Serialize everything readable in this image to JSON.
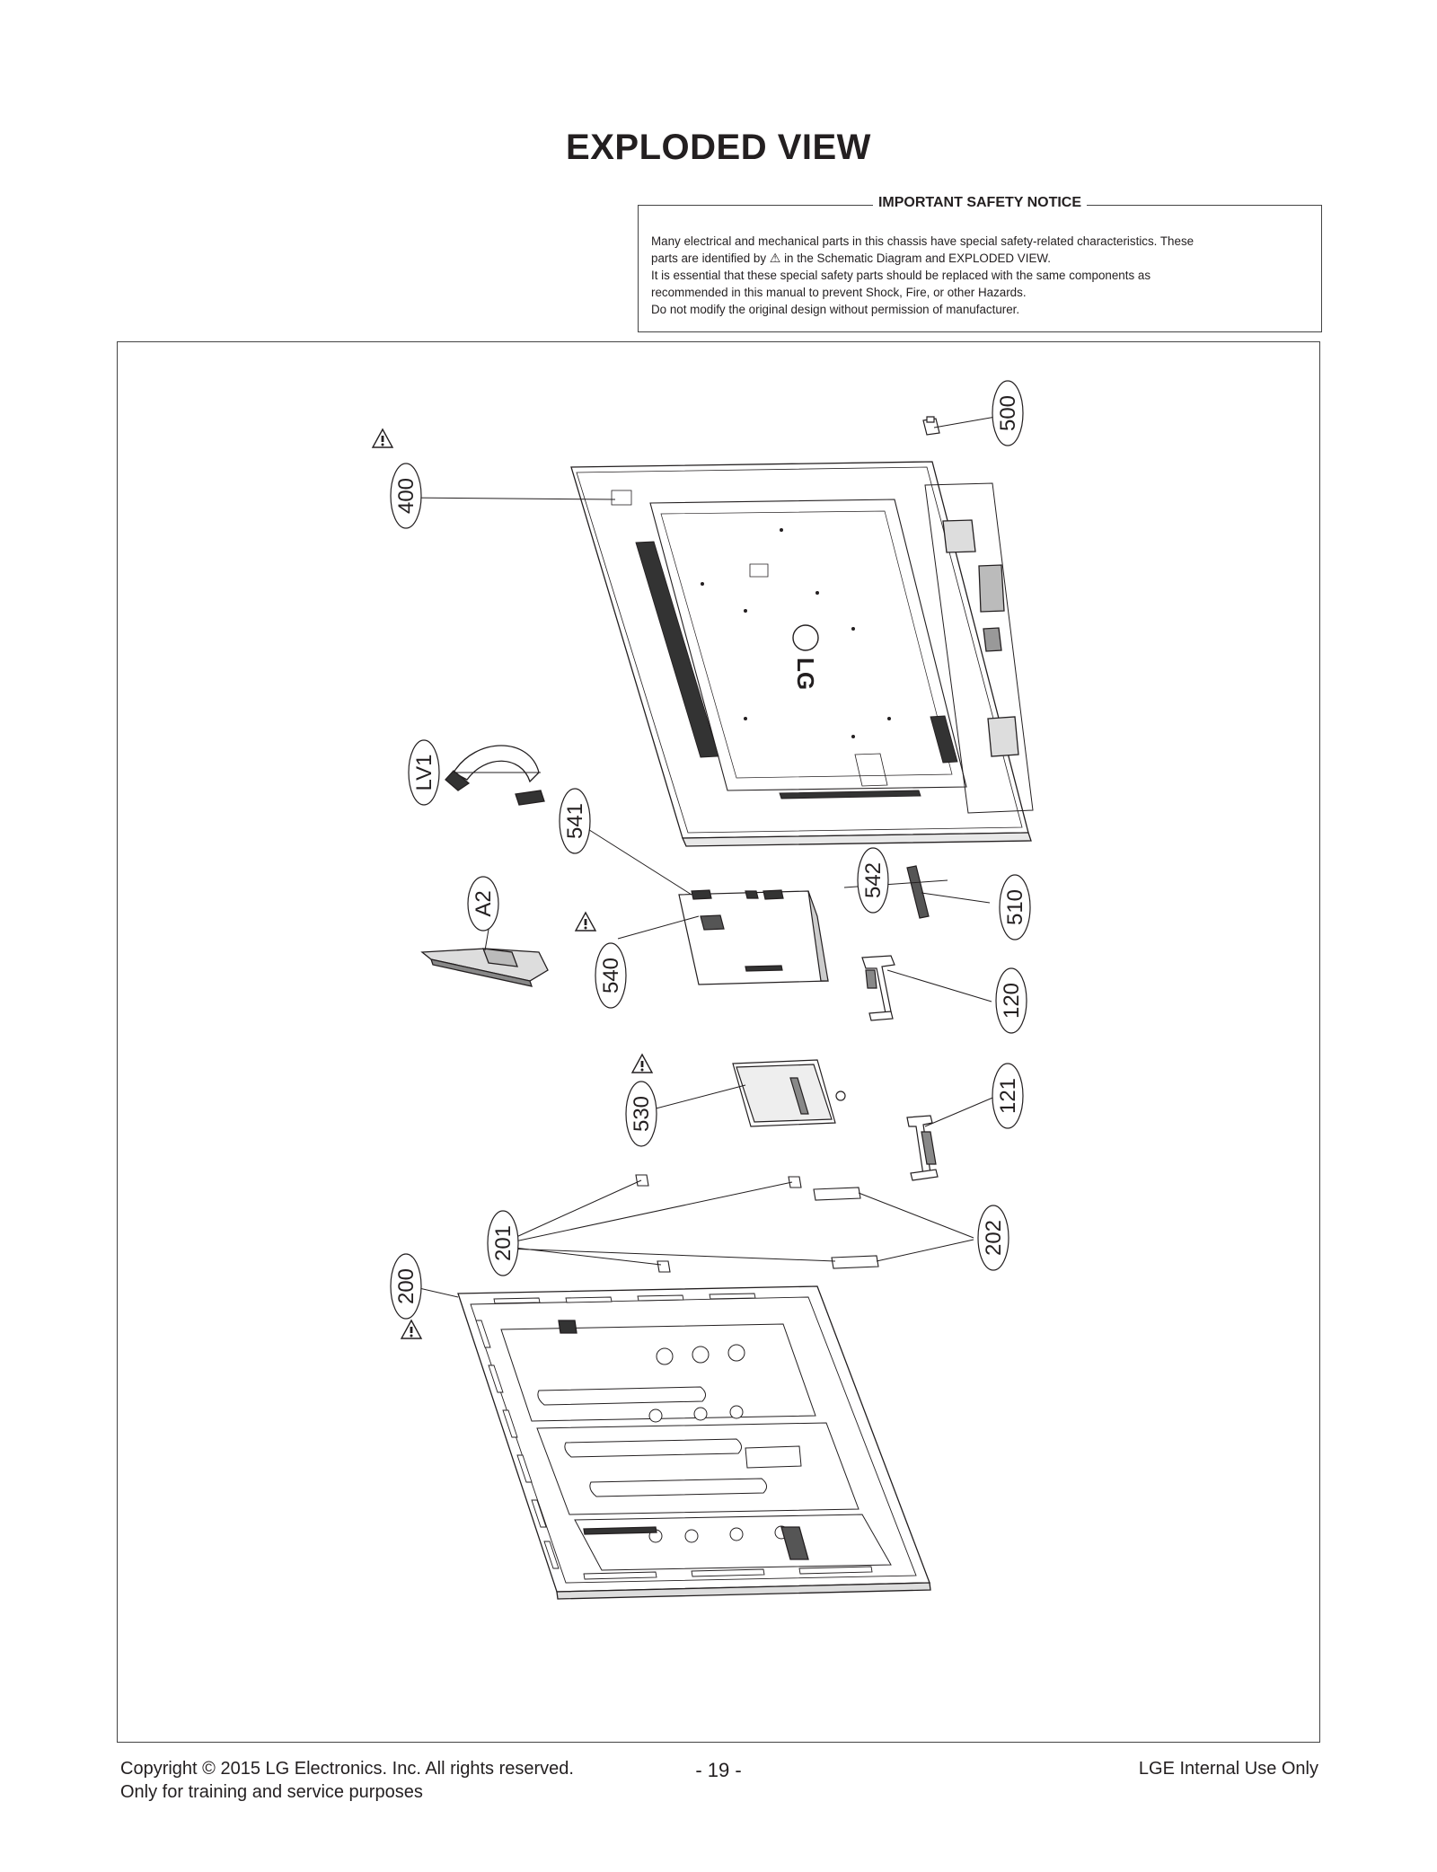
{
  "page": {
    "title": "EXPLODED VIEW",
    "page_number": "- 19 -"
  },
  "notice": {
    "title": "IMPORTANT SAFETY NOTICE",
    "line1": "Many electrical and mechanical parts in this chassis have special safety-related characteristics. These",
    "line2_pre": "parts are identified by",
    "line2_post": "in the Schematic Diagram and EXPLODED VIEW.",
    "line3": "It is essential that these special safety parts should be replaced with the same components as",
    "line4": "recommended in this manual to prevent Shock, Fire, or other Hazards.",
    "line5": "Do not modify the original design without permission of manufacturer."
  },
  "callouts": {
    "c400": "400",
    "c500": "500",
    "cLV1": "LV1",
    "c541": "541",
    "c542": "542",
    "c510": "510",
    "cA2": "A2",
    "c540": "540",
    "c120": "120",
    "c530": "530",
    "c121": "121",
    "c201": "201",
    "c202": "202",
    "c200": "200"
  },
  "labels": {
    "logo": "LG"
  },
  "footer": {
    "copyright": "Copyright  © 2015  LG Electronics. Inc. All rights reserved.",
    "training": "Only for training and service purposes",
    "internal": "LGE Internal Use Only"
  }
}
